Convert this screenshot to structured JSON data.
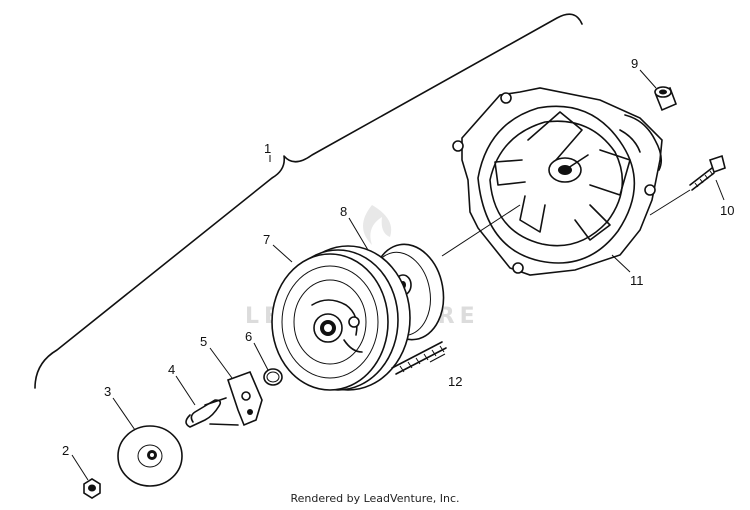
{
  "watermark": "LEADVENTURE",
  "footer": "Rendered by LeadVenture, Inc.",
  "callouts": {
    "c1": "1",
    "c2": "2",
    "c3": "3",
    "c4": "4",
    "c5": "5",
    "c6": "6",
    "c7": "7",
    "c8": "8",
    "c9": "9",
    "c10": "10",
    "c11": "11",
    "c12": "12"
  }
}
